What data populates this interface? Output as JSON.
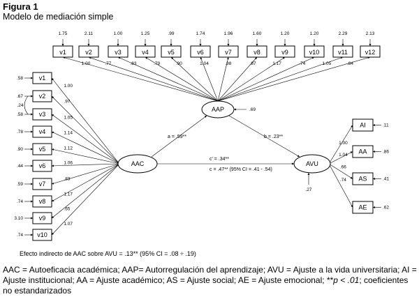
{
  "figure": {
    "title": "Figura 1",
    "subtitle": "Modelo de mediación simple"
  },
  "top_indicators": [
    {
      "label": "v1",
      "error": "1.75",
      "loading": "1.00"
    },
    {
      "label": "v2",
      "error": "2.11",
      "loading": ".77"
    },
    {
      "label": "v3",
      "error": "1.00",
      "loading": ".83"
    },
    {
      "label": "v4",
      "error": "1.25",
      "loading": ".79"
    },
    {
      "label": "v5",
      "error": ".99",
      "loading": ".90"
    },
    {
      "label": "v6",
      "error": "1.74",
      "loading": "1.04"
    },
    {
      "label": "v7",
      "error": "1.96",
      "loading": ".98"
    },
    {
      "label": "v8",
      "error": "1.60",
      "loading": ".87"
    },
    {
      "label": "v9",
      "error": "1.20",
      "loading": "1.17"
    },
    {
      "label": "v10",
      "error": "1.20",
      "loading": ".74"
    },
    {
      "label": "v11",
      "error": "2.29",
      "loading": "1.05"
    },
    {
      "label": "v12",
      "error": "2.13",
      "loading": ".84"
    }
  ],
  "left_indicators": [
    {
      "label": "v1",
      "error": ".58",
      "loading": "1.00"
    },
    {
      "label": "v2",
      "error": ".67",
      "loading": ".97"
    },
    {
      "label": "v3",
      "error": ".58",
      "loading": "1.05"
    },
    {
      "label": "v4",
      "error": ".78",
      "loading": "1.14"
    },
    {
      "label": "v5",
      "error": ".90",
      "loading": "1.12"
    },
    {
      "label": "v6",
      "error": ".44",
      "loading": "1.06"
    },
    {
      "label": "v7",
      "error": ".59",
      "loading": ".83"
    },
    {
      "label": "v8",
      "error": ".74",
      "loading": "1.17"
    },
    {
      "label": "v9",
      "error": "3.10",
      "loading": ".65"
    },
    {
      "label": "v10",
      "error": ".74",
      "loading": "1.07"
    }
  ],
  "left_covariance": ".24",
  "right_indicators": [
    {
      "label": "AI",
      "error": ".11",
      "loading": "1.00"
    },
    {
      "label": "AA",
      "error": ".86",
      "loading": "1.04"
    },
    {
      "label": "AS",
      "error": ".41",
      "loading": ".66"
    },
    {
      "label": "AE",
      "error": ".62",
      "loading": ".74"
    }
  ],
  "latents": {
    "aac": {
      "label": "AAC"
    },
    "aap": {
      "label": "AAP",
      "disturbance": ".69"
    },
    "avu": {
      "label": "AVU",
      "disturbance": ".27"
    }
  },
  "paths": {
    "a": "a = .59**",
    "b": "b = .23**",
    "c_prime": "c' = .34**",
    "c": "c = .47** (95% CI = .41 - .54)"
  },
  "indirect_effect": "Efecto indirecto de AAC sobre AVU = .13** (95% CI = .08 ÷ .19)",
  "legend": {
    "text": "AAC = Autoeficacia académica; AAP= Autorregulación del aprendizaje; AVU = Ajuste a la vida universitaria; AI = Ajuste institucional; AA = Ajuste académico; AS = Ajuste social; AE = Ajuste emocional;",
    "mark": "**",
    "p_italic": "p < .01",
    "rest": "; coeficientes no estandarizados"
  }
}
